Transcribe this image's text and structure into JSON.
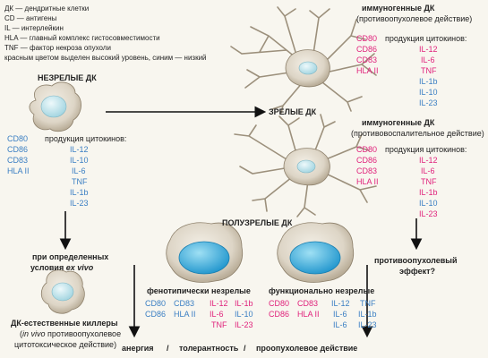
{
  "legend": [
    "ДК — дендритные клетки",
    "CD — антигены",
    "IL — интерлейкин",
    "HLA — главный комплекс гистосовместимости",
    "TNF — фактор некроза опухоли",
    "красным цветом выделен высокий уровень, синим — низкий"
  ],
  "immature": {
    "title": "НЕЗРЕЛЫЕ ДК",
    "markers": [
      "CD80",
      "CD86",
      "CD83",
      "HLA II"
    ],
    "cytokines_label": "продукция цитокинов:",
    "cytokines": [
      "IL-12",
      "IL-10",
      "IL-6",
      "TNF",
      "IL-1b",
      "IL-23"
    ]
  },
  "mature": {
    "title": "ЗРЕЛЫЕ ДК"
  },
  "immunogenic_antitumor": {
    "title": "иммуногенные ДК",
    "subtitle": "(противоопухолевое действие)",
    "markers": [
      "CD80",
      "CD86",
      "CD83",
      "HLA II"
    ],
    "cytokines_label": "продукция цитокинов:",
    "cytokines": [
      "IL-12",
      "IL-6",
      "TNF",
      "IL-1b",
      "IL-10",
      "IL-23"
    ]
  },
  "immunogenic_inflammatory": {
    "title": "иммуногенные ДК",
    "subtitle": "(противовоспалительное действие)",
    "markers": [
      "CD80",
      "CD86",
      "CD83",
      "HLA II"
    ],
    "cytokines_label": "продукция цитокинов:",
    "cytokines": [
      "IL-12",
      "IL-6",
      "TNF",
      "IL-1b",
      "IL-10",
      "IL-23"
    ]
  },
  "ex_vivo": {
    "line1": "при определенных",
    "line2": "условия ",
    "line2_italic": "ex vivo"
  },
  "killers": {
    "title": "ДК-естественные киллеры",
    "line1_open": "(",
    "line1_italic": "in vivo",
    "line1_rest": " противоопухолевое",
    "line2": "цитотоксическое действие)"
  },
  "semimature": {
    "title": "ПОЛУЗРЕЛЫЕ ДК"
  },
  "antitumor_effect": {
    "line1": "противоопухолевый",
    "line2": "эффект?"
  },
  "phenotypic": {
    "title": "фенотипически незрелые",
    "col1": [
      "CD80",
      "CD86"
    ],
    "col2": [
      "CD83",
      "HLA II"
    ],
    "col3": [
      "IL-12",
      "IL-6",
      "TNF"
    ],
    "col4": [
      "IL-1b",
      "IL-10",
      "IL-23"
    ]
  },
  "functional": {
    "title": "функционально незрелые",
    "col1": [
      "CD80",
      "CD86"
    ],
    "col2": [
      "CD83",
      "HLA II"
    ],
    "col3": [
      "IL-12",
      "IL-6",
      "IL-6"
    ],
    "col4": [
      "TNF",
      "IL-1b",
      "IL-23"
    ]
  },
  "outcomes": {
    "anergy": "анергия",
    "sep": "/",
    "tolerance": "толерантность",
    "protumor": "проопухолевое действие"
  },
  "colors": {
    "high": "#e0237c",
    "low": "#3b7fc3",
    "background": "#f8f6ef",
    "cell_body": "#ddd5c6",
    "nucleus": "#bfe3ea",
    "large_nucleus": "#38a8d8"
  }
}
